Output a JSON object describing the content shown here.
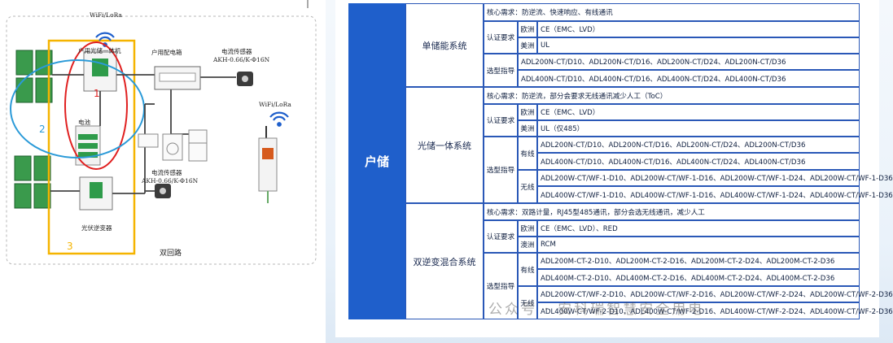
{
  "diagram": {
    "wifi_top": "WiFi/LoRa",
    "wifi_right": "WiFi/LoRa",
    "pv_inverter_top": "户用光储一体机",
    "distribution_box": "户用配电箱",
    "sensor_top_title": "电流传感器",
    "sensor_top_model": "AKH-0.66/K-Φ16N",
    "battery": "电池",
    "sensor_bottom_title": "电流传感器",
    "sensor_bottom_model": "AKH-0.66/K-Φ16N",
    "pv_inverter_bottom": "光伏逆变器",
    "dual_circuit": "双回路",
    "marker_1": "1",
    "marker_2": "2",
    "marker_3": "3"
  },
  "table": {
    "category": "户储",
    "systems": [
      {
        "name": "单储能系统",
        "core_label": "核心需求：",
        "core_value": "防逆流、快速响应、有线通讯",
        "cert_label": "认证要求",
        "certs": [
          {
            "region": "欧洲",
            "value": "CE（EMC、LVD）"
          },
          {
            "region": "美洲",
            "value": "UL"
          }
        ],
        "select_label": "选型指导",
        "models": [
          "ADL200N-CT/D10、ADL200N-CT/D16、ADL200N-CT/D24、ADL200N-CT/D36",
          "ADL400N-CT/D10、ADL400N-CT/D16、ADL400N-CT/D24、ADL400N-CT/D36"
        ]
      },
      {
        "name": "光储一体系统",
        "core_label": "核心需求：",
        "core_value": "防逆流，部分会要求无线通讯减少人工（ToC）",
        "cert_label": "认证要求",
        "certs": [
          {
            "region": "欧洲",
            "value": "CE（EMC、LVD）"
          },
          {
            "region": "美洲",
            "value": "UL（仅485）"
          }
        ],
        "select_label": "选型指导",
        "wired_label": "有线",
        "wired": [
          "ADL200N-CT/D10、ADL200N-CT/D16、ADL200N-CT/D24、ADL200N-CT/D36",
          "ADL400N-CT/D10、ADL400N-CT/D16、ADL400N-CT/D24、ADL400N-CT/D36"
        ],
        "wireless_label": "无线",
        "wireless": [
          "ADL200W-CT/WF-1-D10、ADL200W-CT/WF-1-D16、ADL200W-CT/WF-1-D24、ADL200W-CT/WF-1-D36",
          "ADL400W-CT/WF-1-D10、ADL400W-CT/WF-1-D16、ADL400W-CT/WF-1-D24、ADL400W-CT/WF-1-D36"
        ]
      },
      {
        "name": "双逆变混合系统",
        "core_label": "核心需求：",
        "core_value": "双路计量，RJ45型485通讯，部分会选无线通讯，减少人工",
        "cert_label": "认证要求",
        "certs": [
          {
            "region": "欧洲",
            "value": "CE（EMC、LVD）、RED"
          },
          {
            "region": "澳洲",
            "value": "RCM"
          }
        ],
        "select_label": "选型指导",
        "wired_label": "有线",
        "wired": [
          "ADL200M-CT-2-D10、ADL200M-CT-2-D16、ADL200M-CT-2-D24、ADL200M-CT-2-D36",
          "ADL400M-CT-2-D10、ADL400M-CT-2-D16、ADL400M-CT-2-D24、ADL400M-CT-2-D36"
        ],
        "wireless_label": "无线",
        "wireless": [
          "ADL200W-CT/WF-2-D10、ADL200W-CT/WF-2-D16、ADL200W-CT/WF-2-D24、ADL200W-CT/WF-2-D36",
          "ADL400W-CT/WF-2-D10、ADL400W-CT/WF-2-D16、ADL400W-CT/WF-2-D24、ADL400W-CT/WF-2-D36"
        ]
      }
    ]
  },
  "watermark": "公众号 · 安科瑞智慧安全用电",
  "colors": {
    "table_border": "#2a58b7",
    "category_bg": "#1f5fcb",
    "frame_yellow": "#f5b400",
    "circle_red": "#e02020",
    "circle_blue": "#2a9ad8",
    "green": "#2e9b4a"
  }
}
